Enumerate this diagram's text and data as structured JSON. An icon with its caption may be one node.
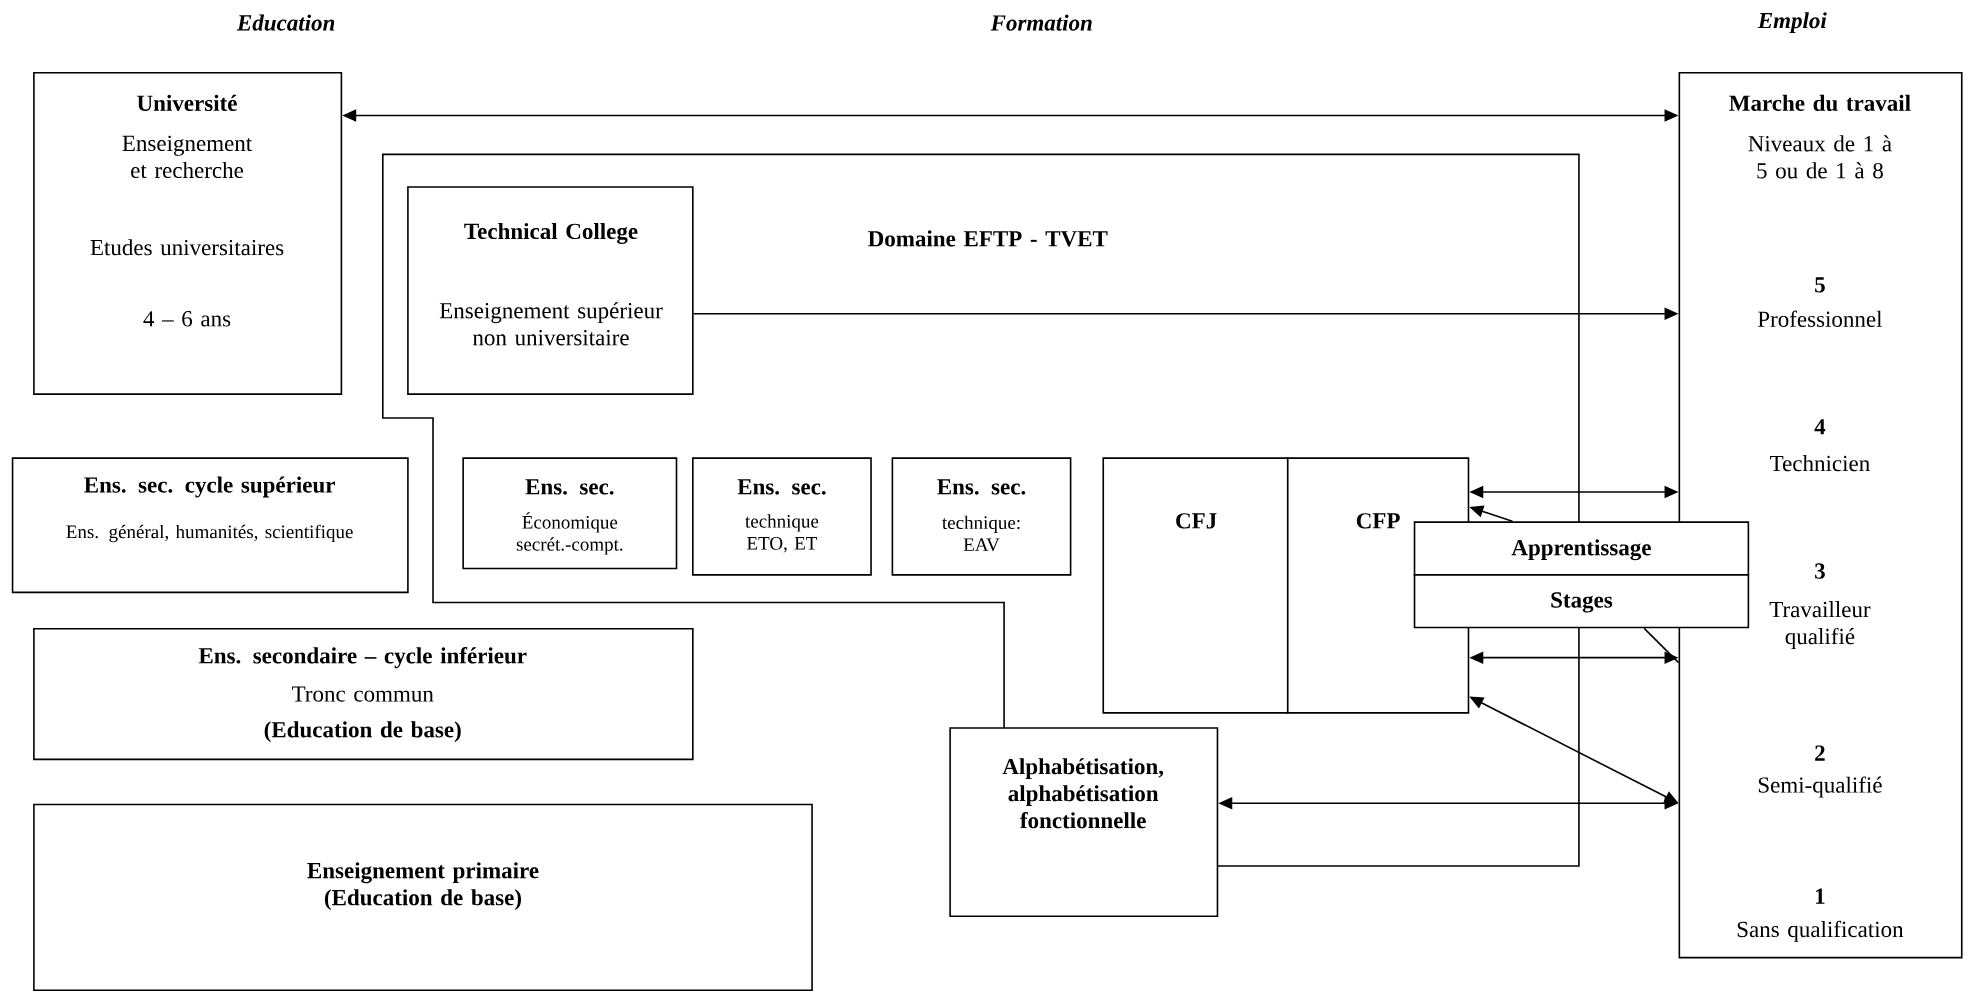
{
  "diagram": {
    "nodes": [
      {
        "text": [
          "Université",
          "Enseignement et recherche",
          "Etudes universitaires",
          "4 – 6 ans"
        ]
      },
      {
        "text": [
          "Marche du travail",
          "Niveaux de 1 à 5 ou de 1 à 8",
          "5",
          "Professionnel",
          "4",
          "Technicien",
          "3",
          "Travailleur qualifié",
          "2",
          "Semi-qualifié",
          "1",
          "Sans qualification"
        ]
      },
      {
        "text": [
          "Domaine EFTP - TVET"
        ]
      },
      {
        "text": [
          "Technical College",
          "Enseignement supérieur non universitaire"
        ],
        "in": 2
      },
      {
        "text": [
          "Ens. sec. cycle supérieur",
          "Ens. général, humanités, scientifique"
        ]
      },
      {
        "text": [
          "Ens. sec.",
          "Économique secrét.-compt."
        ],
        "in": 2
      },
      {
        "text": [
          "Ens. sec.",
          "technique ETO, ET"
        ],
        "in": 2
      },
      {
        "text": [
          "Ens. sec.",
          "technique: EAV"
        ],
        "in": 2
      },
      {
        "text": [
          "CFJ"
        ],
        "in": 2
      },
      {
        "text": [
          "CFP"
        ],
        "in": 2
      },
      {
        "text": [
          "Apprentissage"
        ]
      },
      {
        "text": [
          "Stages"
        ]
      },
      {
        "text": [
          "Ens. secondaire – cycle inférieur",
          "Tronc commun",
          "(Education de base)"
        ]
      },
      {
        "text": [
          "Enseignement primaire (Education de base)"
        ]
      },
      {
        "text": [
          "Alphabétisation, alphabétisation fonctionnelle"
        ]
      }
    ],
    "edges": [
      {
        "from": 0,
        "to": 1,
        "arrow": "both"
      },
      {
        "from": 3,
        "to": 1,
        "arrow": "to"
      },
      {
        "from": 9,
        "to": 1,
        "arrow": "both"
      },
      {
        "from": 10,
        "to": 9,
        "arrow": "to"
      },
      {
        "from": 9,
        "to": 1,
        "arrow": "both"
      },
      {
        "from": 11,
        "to": 1,
        "arrow": "none"
      },
      {
        "from": 9,
        "to": 1,
        "arrow": "both"
      },
      {
        "from": 14,
        "to": 1,
        "arrow": "both"
      }
    ],
    "labels": [
      "Education",
      "Formation",
      "Emploi"
    ]
  }
}
